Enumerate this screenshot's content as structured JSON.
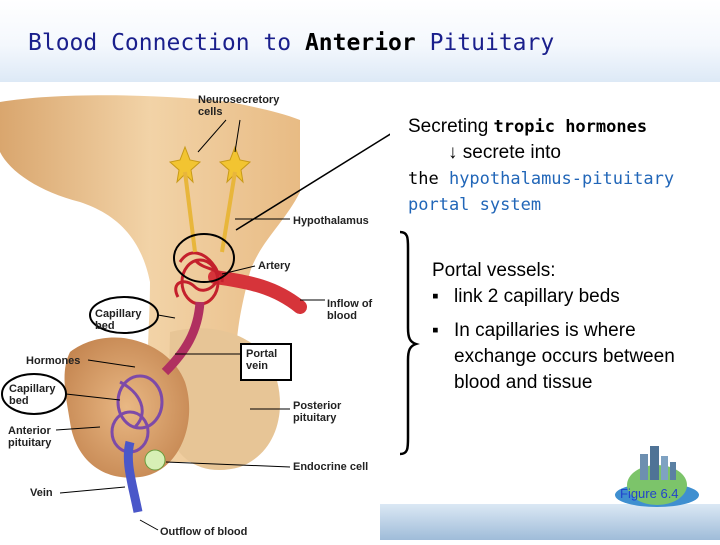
{
  "slide": {
    "title_prefix": "Blood Connection to ",
    "title_bold": "Anterior",
    "title_suffix": " Pituitary"
  },
  "diagram_labels": {
    "neurosecretory": "Neurosecretory cells",
    "hypothalamus": "Hypothalamus",
    "artery": "Artery",
    "inflow": "Inflow of blood",
    "capillary_bed_top": "Capillary bed",
    "hormones": "Hormones",
    "portal_vein": "Portal vein",
    "capillary_bed_bottom": "Capillary bed",
    "anterior_pituitary": "Anterior pituitary",
    "posterior_pituitary": "Posterior pituitary",
    "endocrine_cell": "Endocrine cell",
    "vein": "Vein",
    "outflow": "Outflow of blood"
  },
  "note_top": {
    "line1_a": "Secreting ",
    "line1_b": "tropic hormones",
    "line2": "↓ secrete into",
    "line3_a": "the ",
    "line3_b": "hypothalamus-pituitary",
    "line4": "portal system"
  },
  "note_portal": {
    "heading": "Portal vessels:",
    "bullets": [
      "link 2 capillary beds",
      "In capillaries is where exchange occurs between blood and tissue"
    ]
  },
  "figure_ref": "Figure 6.4",
  "colors": {
    "title": "#1a1f8c",
    "accent_blue": "#2166b8",
    "figure_ref": "#2244cc"
  }
}
